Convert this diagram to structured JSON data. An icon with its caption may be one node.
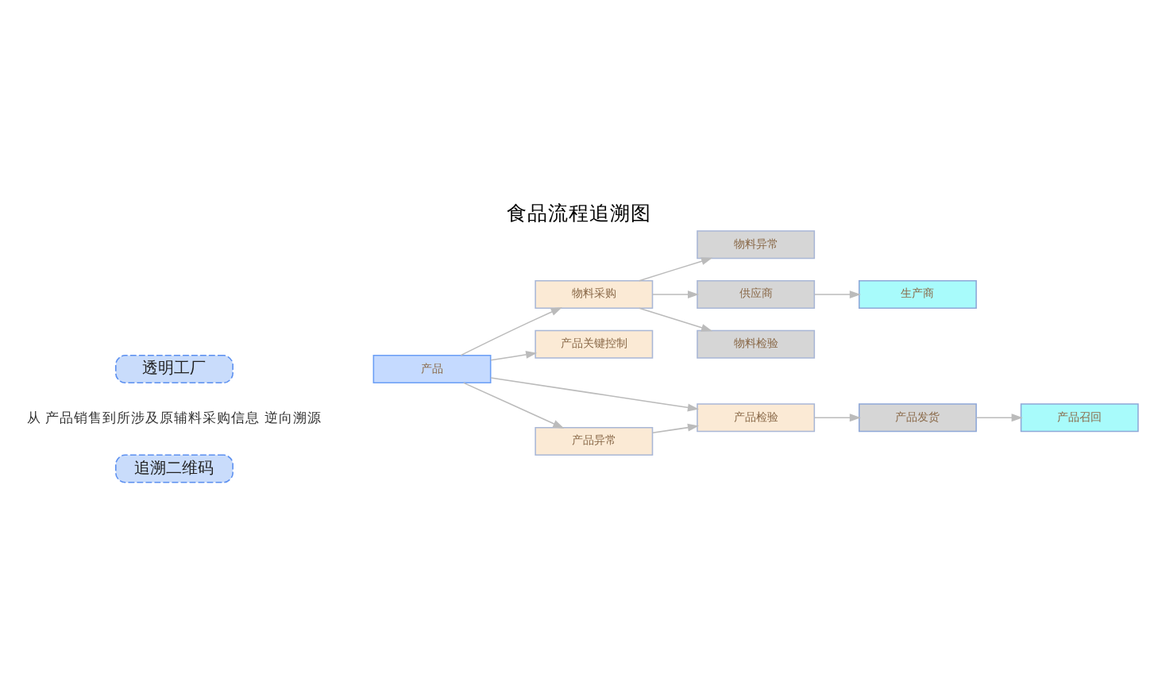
{
  "diagram": {
    "title": "食品流程追溯图",
    "nodes": [
      {
        "text": [
          "透明工厂"
        ]
      },
      {
        "text": [
          "追溯二维码"
        ]
      },
      {
        "text": [
          "产品"
        ]
      },
      {
        "text": [
          "物料采购"
        ]
      },
      {
        "text": [
          "产品关键控制"
        ]
      },
      {
        "text": [
          "产品检验"
        ]
      },
      {
        "text": [
          "产品异常"
        ]
      },
      {
        "text": [
          "物料异常"
        ]
      },
      {
        "text": [
          "供应商"
        ]
      },
      {
        "text": [
          "物料检验"
        ]
      },
      {
        "text": [
          "生产商"
        ]
      },
      {
        "text": [
          "产品发货"
        ]
      },
      {
        "text": [
          "产品召回"
        ]
      }
    ],
    "edges": [
      {
        "from": 2,
        "to": 3,
        "arrow": "to"
      },
      {
        "from": 2,
        "to": 4,
        "arrow": "to"
      },
      {
        "from": 2,
        "to": 5,
        "arrow": "to"
      },
      {
        "from": 2,
        "to": 6,
        "arrow": "to"
      },
      {
        "from": 3,
        "to": 7,
        "arrow": "to"
      },
      {
        "from": 3,
        "to": 8,
        "arrow": "to"
      },
      {
        "from": 3,
        "to": 9,
        "arrow": "to"
      },
      {
        "from": 8,
        "to": 10,
        "arrow": "to"
      },
      {
        "from": 6,
        "to": 5,
        "arrow": "to"
      },
      {
        "from": 5,
        "to": 11,
        "arrow": "to"
      },
      {
        "from": 11,
        "to": 12,
        "arrow": "to"
      }
    ],
    "labels": [
      "从 产品销售到所涉及原辅料采购信息 逆向溯源"
    ]
  }
}
